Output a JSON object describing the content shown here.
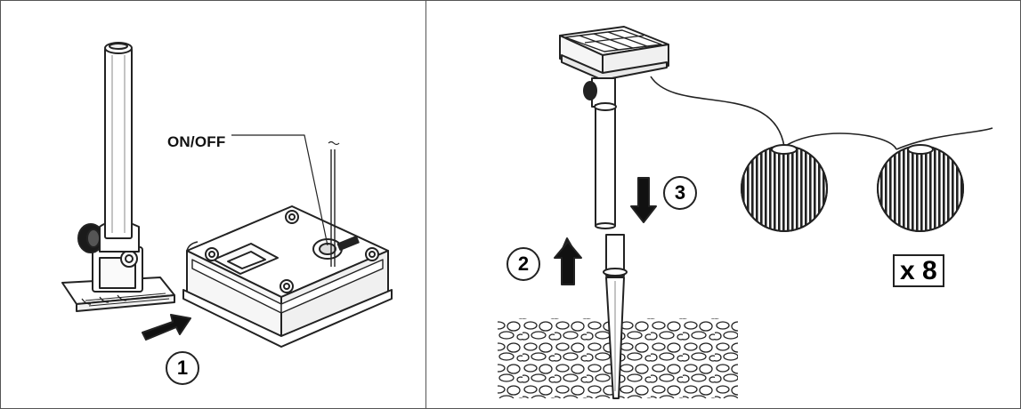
{
  "labels": {
    "on_off": "ON/OFF",
    "quantity": "x 8"
  },
  "steps": {
    "step_1": "1",
    "step_2": "2",
    "step_3": "3"
  },
  "colors": {
    "line": "#222222",
    "border": "#555555",
    "background": "#ffffff"
  }
}
